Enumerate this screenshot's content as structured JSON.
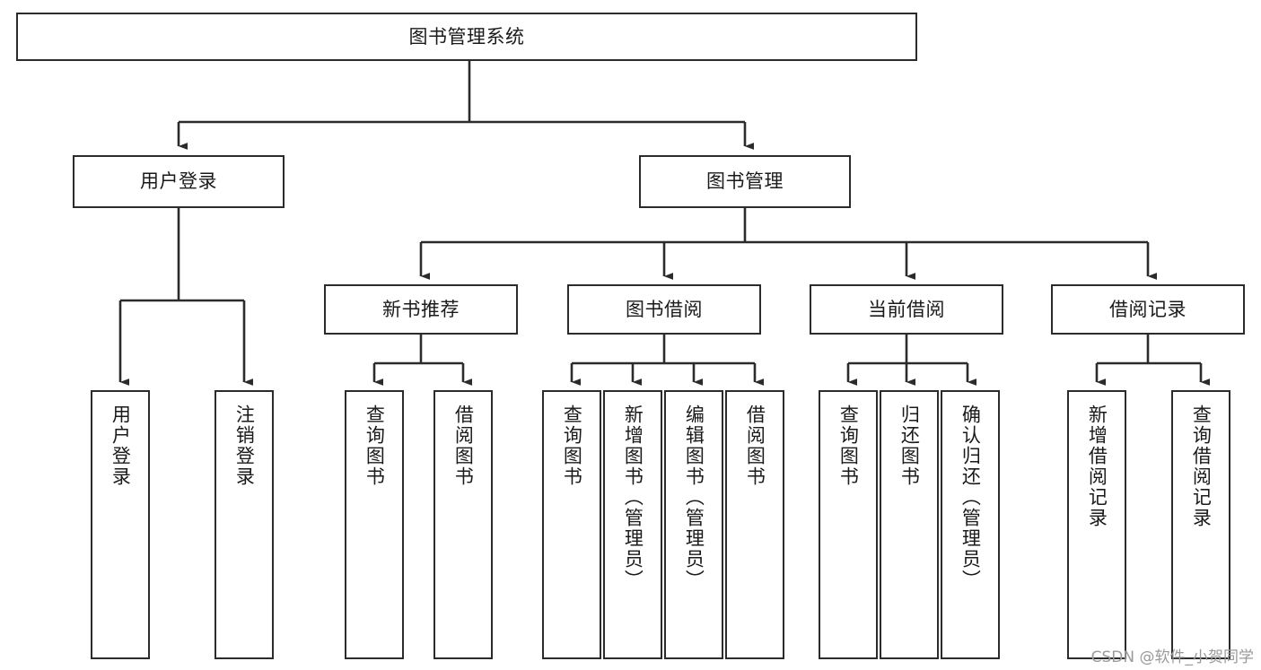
{
  "diagram": {
    "title": "图书管理系统",
    "type": "tree-hierarchy",
    "watermark": "CSDN @软件_小贺同学",
    "colors": {
      "stroke": "#2b2b2b",
      "fill": "#ffffff",
      "text": "#1a1a1a",
      "watermark": "#9a9a9a"
    }
  },
  "nodes": {
    "root": {
      "label": "图书管理系统"
    },
    "level2": [
      {
        "id": "user-login",
        "label": "用户登录"
      },
      {
        "id": "book-manage",
        "label": "图书管理"
      }
    ],
    "level3": [
      {
        "id": "new-book-recommend",
        "label": "新书推荐"
      },
      {
        "id": "book-borrow",
        "label": "图书借阅"
      },
      {
        "id": "current-borrow",
        "label": "当前借阅"
      },
      {
        "id": "borrow-record",
        "label": "借阅记录"
      }
    ],
    "leaves": {
      "user-login": [
        {
          "id": "leaf-user-login",
          "label": "用户登录"
        },
        {
          "id": "leaf-user-logout",
          "label": "注销登录"
        }
      ],
      "new-book-recommend": [
        {
          "id": "leaf-query-book-1",
          "label": "查询图书"
        },
        {
          "id": "leaf-borrow-book-1",
          "label": "借阅图书"
        }
      ],
      "book-borrow": [
        {
          "id": "leaf-query-book-2",
          "label": "查询图书"
        },
        {
          "id": "leaf-add-book",
          "label": "新增图书（管理员）"
        },
        {
          "id": "leaf-edit-book",
          "label": "编辑图书（管理员）"
        },
        {
          "id": "leaf-borrow-book-2",
          "label": "借阅图书"
        }
      ],
      "current-borrow": [
        {
          "id": "leaf-query-book-3",
          "label": "查询图书"
        },
        {
          "id": "leaf-return-book",
          "label": "归还图书"
        },
        {
          "id": "leaf-confirm-return",
          "label": "确认归还（管理员）"
        }
      ],
      "borrow-record": [
        {
          "id": "leaf-add-record",
          "label": "新增借阅记录"
        },
        {
          "id": "leaf-query-record",
          "label": "查询借阅记录"
        }
      ]
    }
  }
}
